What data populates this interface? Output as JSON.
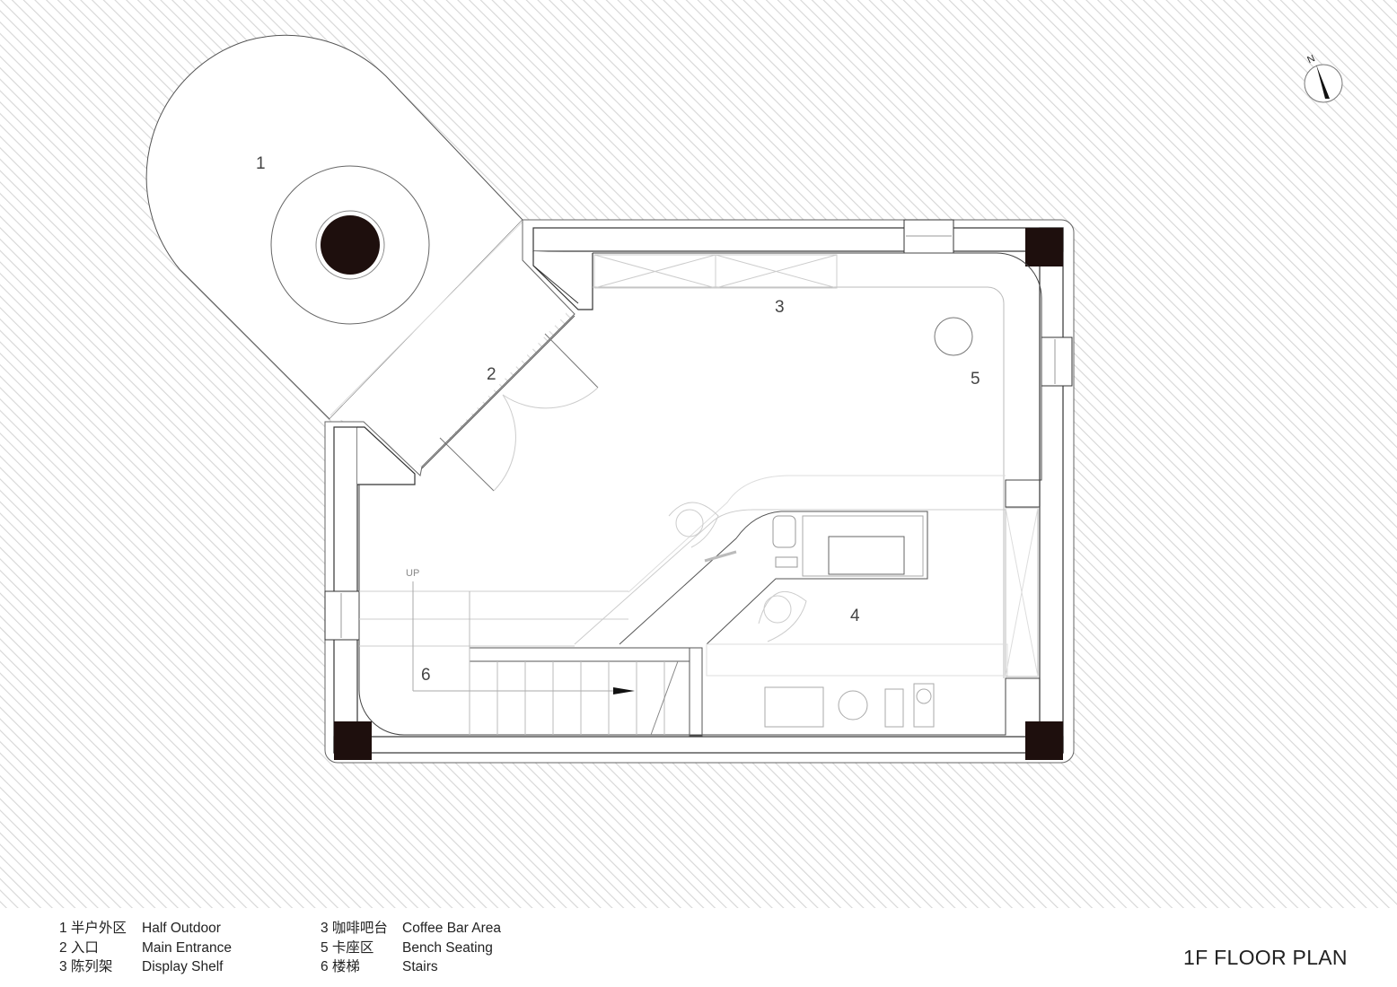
{
  "title": "1F FLOOR PLAN",
  "compass": {
    "label": "N"
  },
  "room_labels": {
    "r1": "1",
    "r2": "2",
    "r3": "3",
    "r4": "4",
    "r5": "5",
    "r6": "6"
  },
  "stairs": {
    "direction_label": "UP"
  },
  "legend": {
    "left": [
      {
        "cn": "1 半户外区",
        "en": "Half Outdoor"
      },
      {
        "cn": "2 入口",
        "en": "Main Entrance"
      },
      {
        "cn": "3 陈列架",
        "en": "Display Shelf"
      }
    ],
    "right": [
      {
        "cn": "3 咖啡吧台",
        "en": "Coffee Bar Area"
      },
      {
        "cn": "5 卡座区",
        "en": "Bench Seating"
      },
      {
        "cn": "6 楼梯",
        "en": "Stairs"
      }
    ]
  },
  "colors": {
    "hatch": "#d9d9d9",
    "wall_line": "#333333",
    "light_line": "#c8c8c8",
    "column_fill": "#1e0f0d",
    "label": "#444444"
  }
}
